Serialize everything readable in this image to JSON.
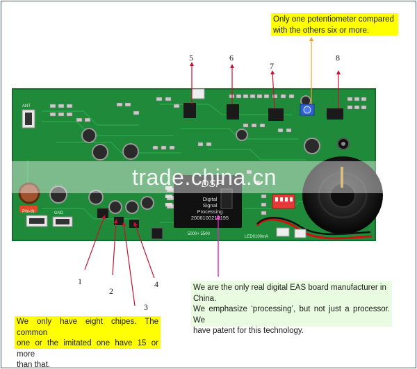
{
  "notes": {
    "top": [
      "Only one potentiometer compared",
      "with the others six or more."
    ],
    "left": [
      "We only have eight chipes. The common",
      "one or the imitated one have 15 or more",
      "than that."
    ],
    "right": [
      "We are the only real digital EAS board manufacturer in",
      "China.",
      "We emphasize ‘processing’, but not just a processor. We",
      "have patent for this technology."
    ]
  },
  "numbers": [
    "1",
    "2",
    "3",
    "4",
    "5",
    "6",
    "7",
    "8"
  ],
  "watermark": "trade.china.cn",
  "chip": {
    "logo": "DSP",
    "lines": [
      "Digital",
      "Signal",
      "Processing",
      "2006100212195"
    ]
  },
  "silkscreen": {
    "ant": "ANT",
    "pw_in": "PW-IN",
    "gnd": "GND",
    "led": "LED0100mA",
    "code": "5000+ 5500"
  },
  "colors": {
    "board": "#1f8a3a",
    "note_yellow": "#ffff00",
    "note_green": "#e9fbe0",
    "arrow_top": "#f0a030",
    "arrow_red": "#c8102e",
    "arrow_magenta": "#e020c0"
  }
}
